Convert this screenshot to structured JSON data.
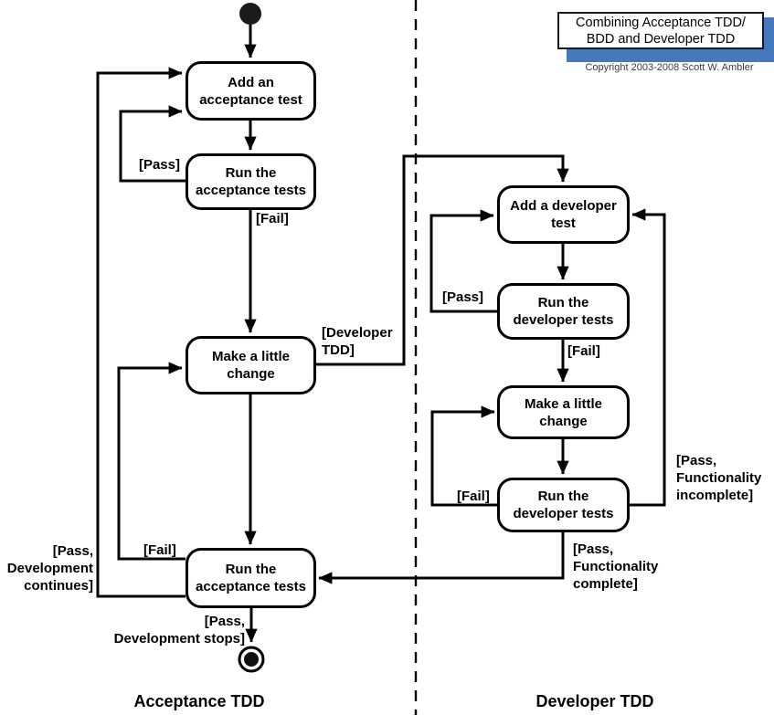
{
  "title_box": {
    "title": "Combining Acceptance TDD/\nBDD and Developer TDD",
    "copyright": "Copyright 2003-2008 Scott W. Ambler",
    "shadow_color": "#4678bd"
  },
  "lanes": {
    "left": "Acceptance TDD",
    "right": "Developer TDD"
  },
  "nodes": {
    "add_acceptance_test": "Add an\nacceptance test",
    "run_acceptance_tests_top": "Run the\nacceptance tests",
    "make_little_change_left": "Make a little\nchange",
    "run_acceptance_tests_bottom": "Run the\nacceptance tests",
    "add_developer_test": "Add a developer\ntest",
    "run_developer_tests_top": "Run the\ndeveloper tests",
    "make_little_change_right": "Make a little\nchange",
    "run_developer_tests_bottom": "Run the\ndeveloper tests"
  },
  "edge_labels": {
    "pass_atdd": "[Pass]",
    "fail_atdd": "[Fail]",
    "developer_tdd": "[Developer\nTDD]",
    "pass_dtdd": "[Pass]",
    "fail_dtdd_run1": "[Fail]",
    "fail_dtdd_run2": "[Fail]",
    "pass_functionality_incomplete": "[Pass,\nFunctionality\nincomplete]",
    "pass_functionality_complete": "[Pass,\nFunctionality\ncomplete]",
    "fail_atdd_bottom": "[Fail]",
    "pass_development_continues": "[Pass,\nDevelopment\ncontinues]",
    "pass_development_stops": "[Pass,\nDevelopment stops]"
  }
}
